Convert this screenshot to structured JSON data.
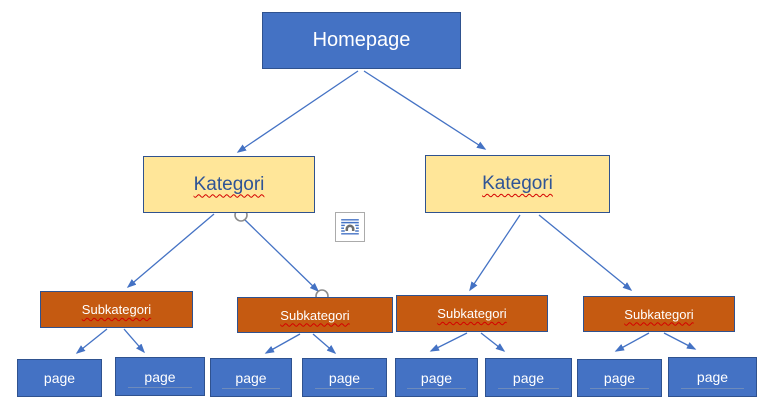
{
  "app_context": {
    "description_of_view": "sitemap hierarchy diagram with a selected connector and layout-options button"
  },
  "colors": {
    "node_blue_fill": "#4472C4",
    "node_border_blue": "#2F528F",
    "category_fill": "#FFE699",
    "category_text": "#2F5496",
    "subcategory_fill": "#C55A11",
    "node_text_light": "#FFFFFF",
    "connector_blue": "#4472C4",
    "spellcheck_wavy_red": "#D40000",
    "handle_gray": "#8C8C8C",
    "layout_icon_border_gray": "#ABABAB"
  },
  "icons": {
    "layout_options": "layout-options-icon",
    "connection_handle": "connector-endpoint-handle"
  },
  "sitemap": {
    "root": {
      "label": "Homepage"
    },
    "categories": [
      {
        "label": "Kategori"
      },
      {
        "label": "Kategori"
      }
    ],
    "subcategories": [
      {
        "label": "Subkategori"
      },
      {
        "label": "Subkategori"
      },
      {
        "label": "Subkategori"
      },
      {
        "label": "Subkategori"
      }
    ],
    "pages": [
      {
        "label": "page"
      },
      {
        "label": "page"
      },
      {
        "label": "page"
      },
      {
        "label": "page"
      },
      {
        "label": "page"
      },
      {
        "label": "page"
      },
      {
        "label": "page"
      },
      {
        "label": "page"
      }
    ]
  }
}
